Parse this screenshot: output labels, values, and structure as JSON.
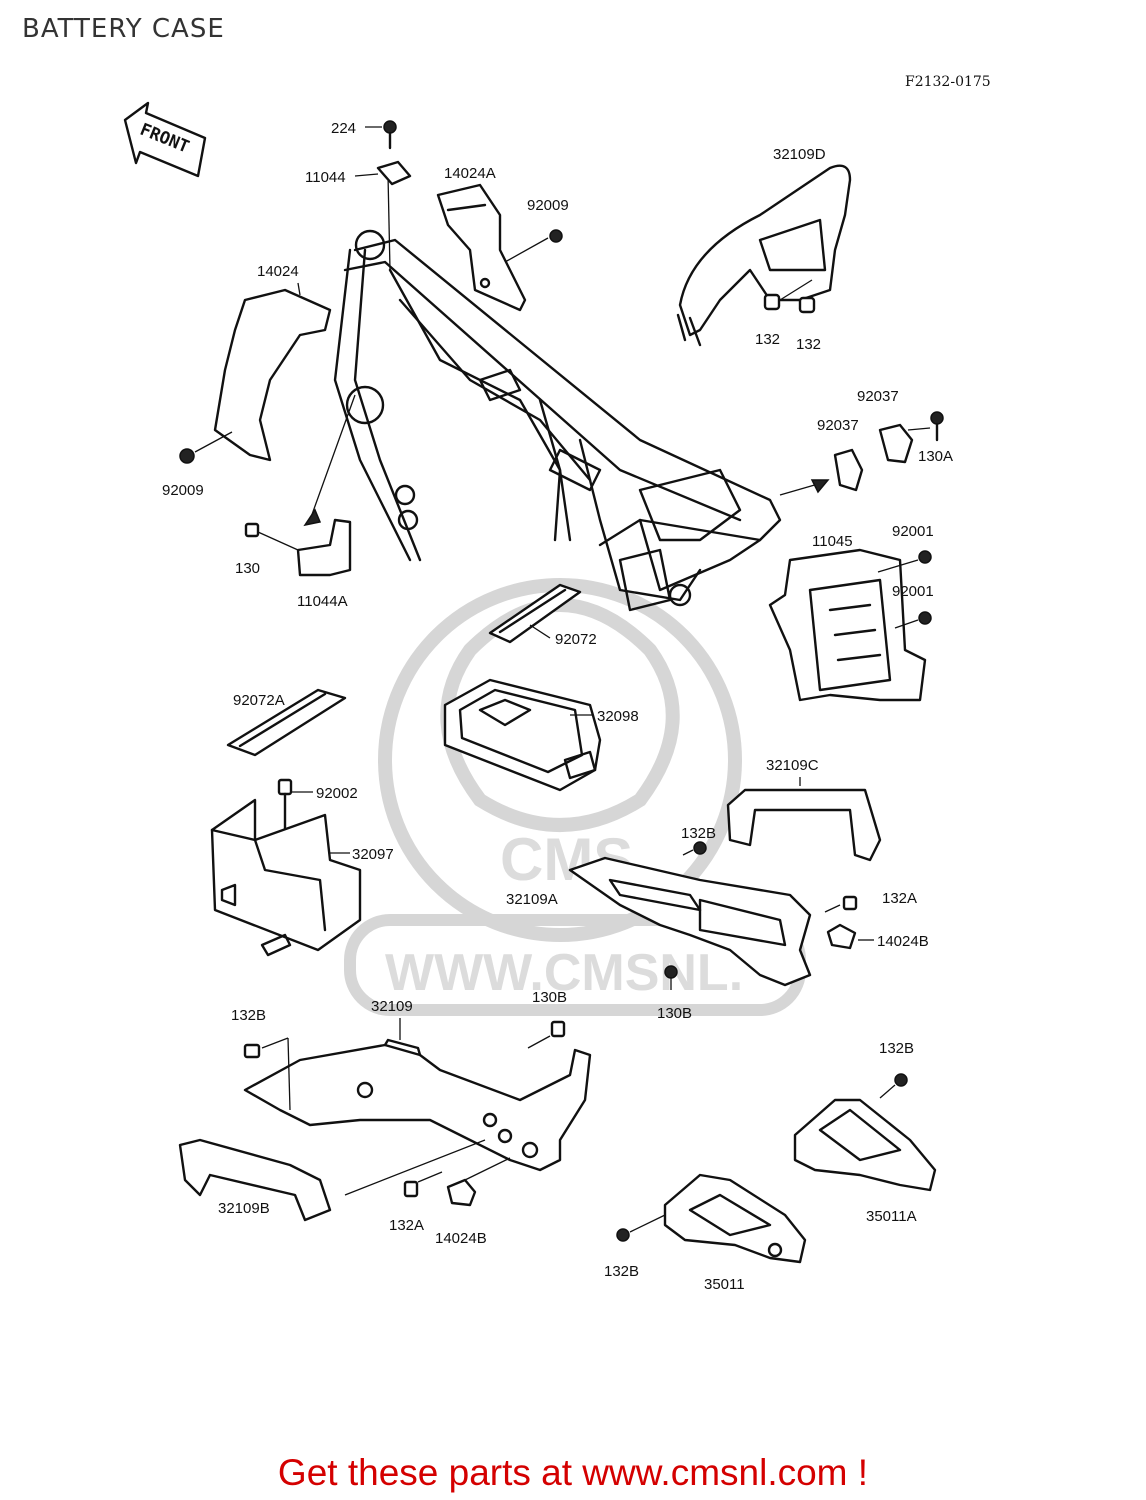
{
  "page": {
    "title": "BATTERY CASE",
    "diagram_code": "F2132-0175"
  },
  "direction_marker": {
    "text": "FRONT",
    "icon": "front-arrow-icon"
  },
  "watermark": {
    "text": "WWW.CMSNL.",
    "logo": "CMS"
  },
  "footer": {
    "text": "Get these parts at www.cmsnl.com !",
    "color": "#d40000"
  },
  "labels": [
    "224",
    "11044",
    "14024A",
    "92009",
    "32109D",
    "132",
    "132",
    "14024",
    "92037",
    "92037",
    "130A",
    "92009",
    "130",
    "11044A",
    "11045",
    "92001",
    "92001",
    "92072",
    "92072A",
    "32098",
    "32109C",
    "92002",
    "132B",
    "32097",
    "32109A",
    "132A",
    "14024B",
    "130B",
    "132B",
    "32109",
    "130B",
    "132B",
    "32109B",
    "132A",
    "14024B",
    "35011A",
    "132B",
    "35011"
  ]
}
